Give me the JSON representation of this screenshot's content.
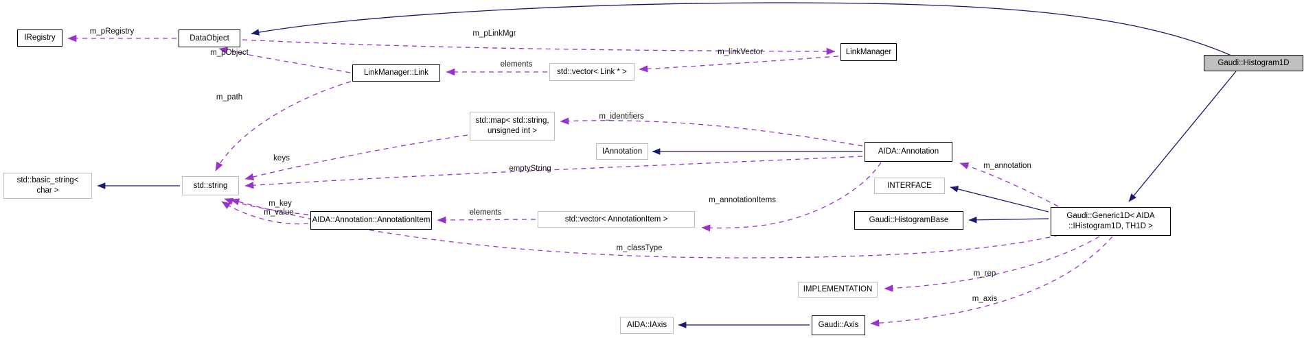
{
  "diagram": {
    "kind": "collaboration-graph",
    "subject": "Gaudi::Histogram1D",
    "colors": {
      "inheritance_edge": "#191970",
      "usage_edge": "#9a32cd",
      "subject_fill": "#bfbfbf",
      "node_fill": "#ffffff",
      "linked_border": "#000000",
      "plain_border": "#bdbdbd"
    },
    "nodes": {
      "iregistry": {
        "label": "IRegistry"
      },
      "dataobject": {
        "label": "DataObject"
      },
      "linkmanager_link": {
        "label": "LinkManager::Link"
      },
      "vector_link": {
        "label": "std::vector< Link * >"
      },
      "linkmanager": {
        "label": "LinkManager"
      },
      "histogram1d": {
        "label": "Gaudi::Histogram1D"
      },
      "map_string_uint": {
        "label": "std::map< std::string,\nunsigned int >"
      },
      "iannotation": {
        "label": "IAnnotation"
      },
      "aida_annotation": {
        "label": "AIDA::Annotation"
      },
      "interface": {
        "label": "INTERFACE"
      },
      "basic_string": {
        "label": "std::basic_string<\nchar >"
      },
      "std_string": {
        "label": "std::string"
      },
      "annotationitem": {
        "label": "AIDA::Annotation::AnnotationItem"
      },
      "vector_annotationitem": {
        "label": "std::vector< AnnotationItem >"
      },
      "histogrambase": {
        "label": "Gaudi::HistogramBase"
      },
      "generic1d": {
        "label": "Gaudi::Generic1D< AIDA\n::IHistogram1D, TH1D >"
      },
      "implementation": {
        "label": "IMPLEMENTATION"
      },
      "aida_iaxis": {
        "label": "AIDA::IAxis"
      },
      "gaudi_axis": {
        "label": "Gaudi::Axis"
      }
    },
    "edge_labels": {
      "m_pRegistry": "m_pRegistry",
      "m_pObject": "m_pObject",
      "m_pLinkMgr": "m_pLinkMgr",
      "m_linkVector": "m_linkVector",
      "elements_links": "elements",
      "m_path": "m_path",
      "keys": "keys",
      "m_identifiers": "m_identifiers",
      "emptyString": "emptyString",
      "m_annotationItems": "m_annotationItems",
      "elements_items": "elements",
      "m_key": "m_key",
      "m_value": "m_value",
      "m_classType": "m_classType",
      "m_annotation": "m_annotation",
      "m_rep": "m_rep",
      "m_axis": "m_axis"
    }
  }
}
